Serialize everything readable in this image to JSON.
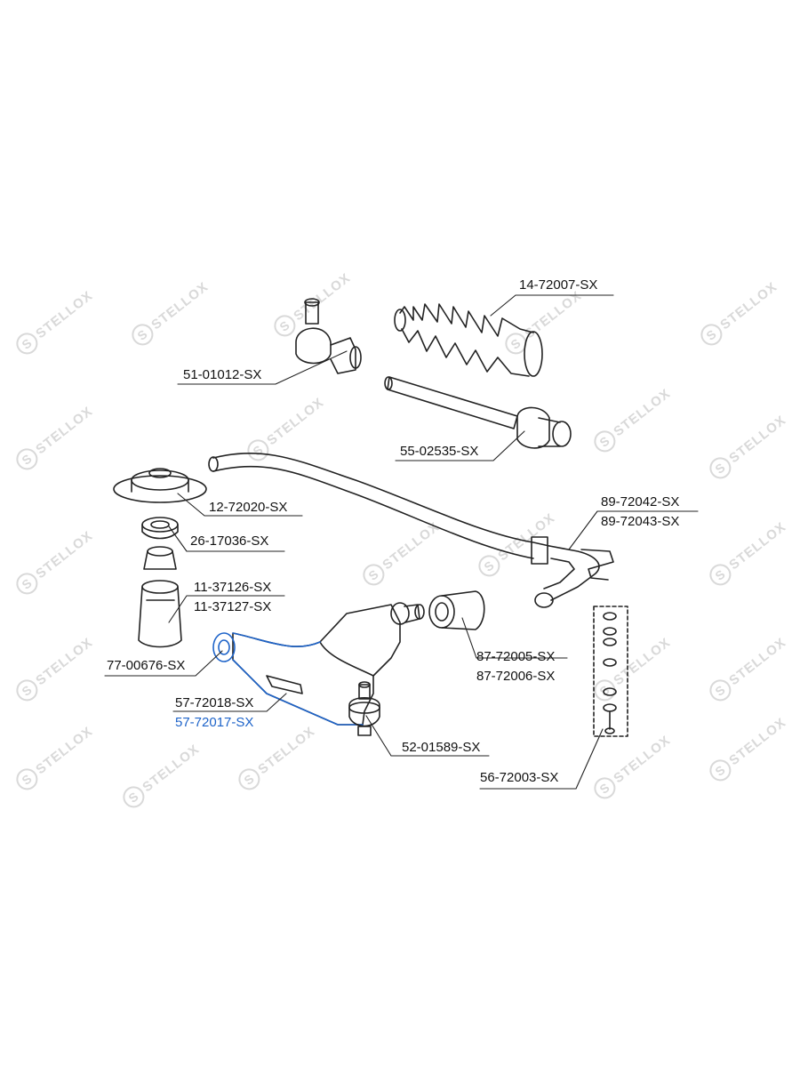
{
  "watermark": {
    "text": "STELLOX"
  },
  "colors": {
    "line": "#222222",
    "highlight": "#1d63c9",
    "watermark": "#d9d9d9"
  },
  "parts": [
    {
      "id": "14-72007-SX",
      "label": "14-72007-SX",
      "highlighted": false
    },
    {
      "id": "51-01012-SX",
      "label": "51-01012-SX",
      "highlighted": false
    },
    {
      "id": "55-02535-SX",
      "label": "55-02535-SX",
      "highlighted": false
    },
    {
      "id": "12-72020-SX",
      "label": "12-72020-SX",
      "highlighted": false
    },
    {
      "id": "89-72042-SX",
      "label": "89-72042-SX",
      "highlighted": false
    },
    {
      "id": "89-72043-SX",
      "label": "89-72043-SX",
      "highlighted": false
    },
    {
      "id": "26-17036-SX",
      "label": "26-17036-SX",
      "highlighted": false
    },
    {
      "id": "11-37126-SX",
      "label": "11-37126-SX",
      "highlighted": false
    },
    {
      "id": "11-37127-SX",
      "label": "11-37127-SX",
      "highlighted": false
    },
    {
      "id": "77-00676-SX",
      "label": "77-00676-SX",
      "highlighted": false
    },
    {
      "id": "87-72005-SX",
      "label": "87-72005-SX",
      "highlighted": false
    },
    {
      "id": "87-72006-SX",
      "label": "87-72006-SX",
      "highlighted": false
    },
    {
      "id": "57-72018-SX",
      "label": "57-72018-SX",
      "highlighted": false
    },
    {
      "id": "57-72017-SX",
      "label": "57-72017-SX",
      "highlighted": true
    },
    {
      "id": "52-01589-SX",
      "label": "52-01589-SX",
      "highlighted": false
    },
    {
      "id": "56-72003-SX",
      "label": "56-72003-SX",
      "highlighted": false
    }
  ]
}
